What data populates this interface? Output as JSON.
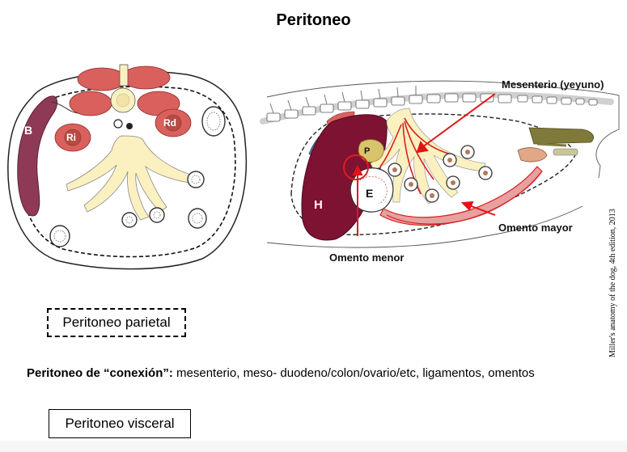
{
  "title": "Peritoneo",
  "left_figure": {
    "labels": {
      "b": "B",
      "ri": "Ri",
      "rd": "Rd"
    }
  },
  "right_figure": {
    "labels": {
      "p": "P",
      "h": "H",
      "e": "E"
    },
    "annotations": {
      "mesenterio": "Mesenterio (yeyuno)",
      "omento_mayor": "Omento mayor",
      "omento_menor": "Omento menor"
    }
  },
  "citation": "Miller's anatomy of the dog, 4th edition, 2013",
  "legend": {
    "parietal": "Peritoneo parietal",
    "conexion_bold": "Peritoneo de “conexión”:",
    "conexion_text": " mesenterio, meso- duodeno/colon/ovario/etc, ligamentos, omentos",
    "visceral": "Peritoneo visceral"
  },
  "colors": {
    "muscle": "#d9605c",
    "spleen": "#8e3a57",
    "liver": "#7d1232",
    "mesentery": "#fbf0c0",
    "annotation": "#e01515",
    "bone": "#ffffff"
  }
}
